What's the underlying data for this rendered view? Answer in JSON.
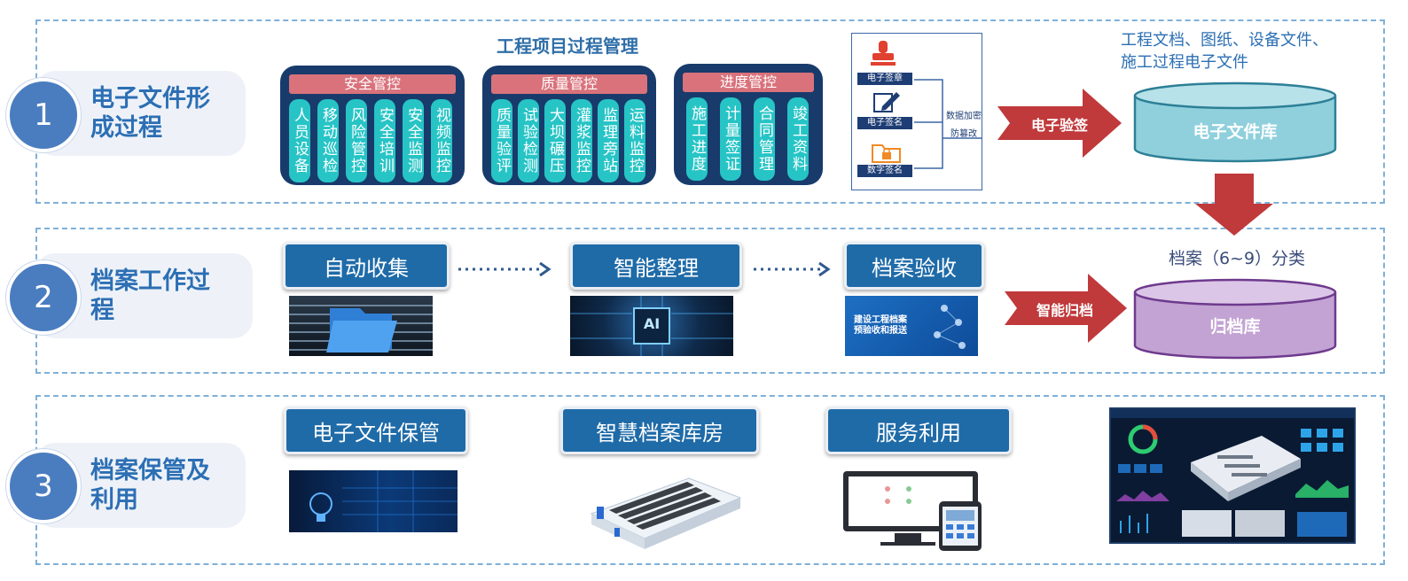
{
  "sections": [
    {
      "number": "1",
      "label": "电子文件形成过程"
    },
    {
      "number": "2",
      "label": "档案工作过程"
    },
    {
      "number": "3",
      "label": "档案保管及利用"
    }
  ],
  "process_title": "工程项目过程管理",
  "groups": [
    {
      "title": "安全管控",
      "items": [
        "人员设备",
        "移动巡检",
        "风险管控",
        "安全培训",
        "安全监测",
        "视频监控"
      ]
    },
    {
      "title": "质量管控",
      "items": [
        "质量验评",
        "试验检测",
        "大坝碾压",
        "灌浆监控",
        "监理旁站",
        "运料监控"
      ]
    },
    {
      "title": "进度管控",
      "items": [
        "施工进度",
        "计量签证",
        "合同管理",
        "竣工资料"
      ]
    }
  ],
  "signatures": {
    "items": [
      "电子签章",
      "电子签名",
      "数字签名"
    ],
    "side_label_1": "数据加密",
    "side_label_2": "防篡改"
  },
  "arrow_e_sign": "电子验签",
  "arrow_archive": "智能归档",
  "db_top_note": "工程文档、图纸、设备文件、施工过程电子文件",
  "db_top_note_line1": "工程文档、图纸、设备文件、",
  "db_top_note_line2": "施工过程电子文件",
  "db_efile": "电子文件库",
  "classification_label": "档案（6~9）分类",
  "db_archive": "归档库",
  "stage2_buttons": [
    "自动收集",
    "智能整理",
    "档案验收"
  ],
  "acceptance_thumb_text_line1": "建设工程档案",
  "acceptance_thumb_text_line2": "预验收和报送",
  "stage3_buttons": [
    "电子文件保管",
    "智慧档案库房",
    "服务利用"
  ],
  "ai_chip_text": "AI",
  "colors": {
    "dashed_border": "#7fb0d8",
    "step_circle": "#4a7dbf",
    "label_text": "#2c6fb4",
    "group_box": "#183b6b",
    "group_head": "#d9727b",
    "pill": "#27c4c6",
    "button": "#1f6ba8",
    "red_arrow": "#c0393b",
    "efile_db": "#8fd0dc",
    "archive_db": "#c2a3d3"
  }
}
